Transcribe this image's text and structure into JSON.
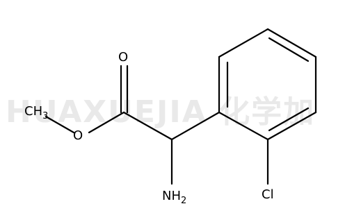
{
  "watermark": "HUAXUEJIA 化学加",
  "atoms": {
    "carbonyl_oxygen": "O",
    "ester_oxygen": "O",
    "methyl": {
      "main": "CH",
      "subscript": "3"
    },
    "amine": {
      "main": "NH",
      "subscript": "2"
    },
    "chlorine": "Cl"
  },
  "colors": {
    "bond": "#000000",
    "label": "#000000",
    "watermark": "#e9e9e9"
  }
}
